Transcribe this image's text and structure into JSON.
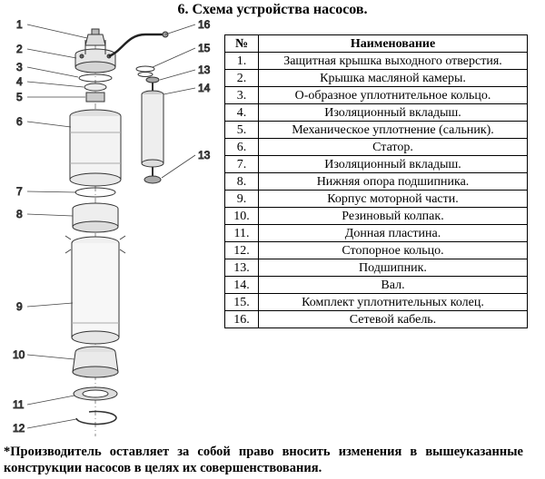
{
  "title": "6. Схема устройства насосов.",
  "diagram": {
    "callouts": [
      "1",
      "2",
      "3",
      "4",
      "5",
      "6",
      "7",
      "8",
      "9",
      "10",
      "11",
      "12",
      "13",
      "13",
      "14",
      "15",
      "16"
    ]
  },
  "table": {
    "headers": [
      "№",
      "Наименование"
    ],
    "rows": [
      {
        "num": "1.",
        "name": "Защитная крышка выходного отверстия."
      },
      {
        "num": "2.",
        "name": "Крышка масляной камеры."
      },
      {
        "num": "3.",
        "name": "О-образное уплотнительное кольцо."
      },
      {
        "num": "4.",
        "name": "Изоляционный вкладыш."
      },
      {
        "num": "5.",
        "name": "Механическое уплотнение (сальник)."
      },
      {
        "num": "6.",
        "name": "Статор."
      },
      {
        "num": "7.",
        "name": "Изоляционный вкладыш."
      },
      {
        "num": "8.",
        "name": "Нижняя опора подшипника."
      },
      {
        "num": "9.",
        "name": "Корпус моторной части."
      },
      {
        "num": "10.",
        "name": "Резиновый колпак."
      },
      {
        "num": "11.",
        "name": "Донная пластина."
      },
      {
        "num": "12.",
        "name": "Стопорное кольцо."
      },
      {
        "num": "13.",
        "name": "Подшипник."
      },
      {
        "num": "14.",
        "name": "Вал."
      },
      {
        "num": "15.",
        "name": "Комплект уплотнительных колец."
      },
      {
        "num": "16.",
        "name": "Сетевой кабель."
      }
    ]
  },
  "footnote": "*Производитель оставляет за собой право вносить изменения в вышеуказанные конструкции насосов в целях их совершенствования."
}
